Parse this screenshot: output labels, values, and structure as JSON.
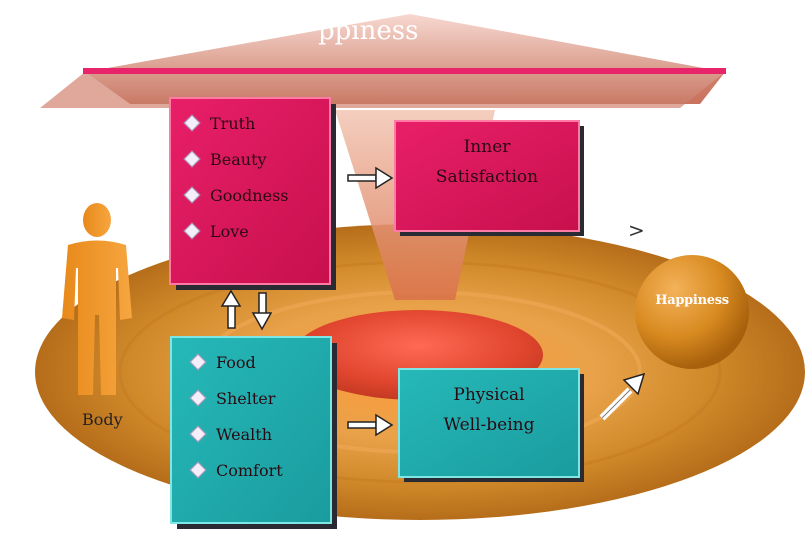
{
  "header": {
    "title_fragment": "ppiness"
  },
  "upper_list": {
    "items": [
      "Truth",
      "Beauty",
      "Goodness",
      "Love"
    ]
  },
  "lower_list": {
    "items": [
      "Food",
      "Shelter",
      "Wealth",
      "Comfort"
    ]
  },
  "inner_box": {
    "line1": "Inner",
    "line2": "Satisfaction"
  },
  "physical_box": {
    "line1": "Physical",
    "line2": "Well-being"
  },
  "sphere": {
    "label": "Happiness"
  },
  "body_label": "Body",
  "mark": ">"
}
